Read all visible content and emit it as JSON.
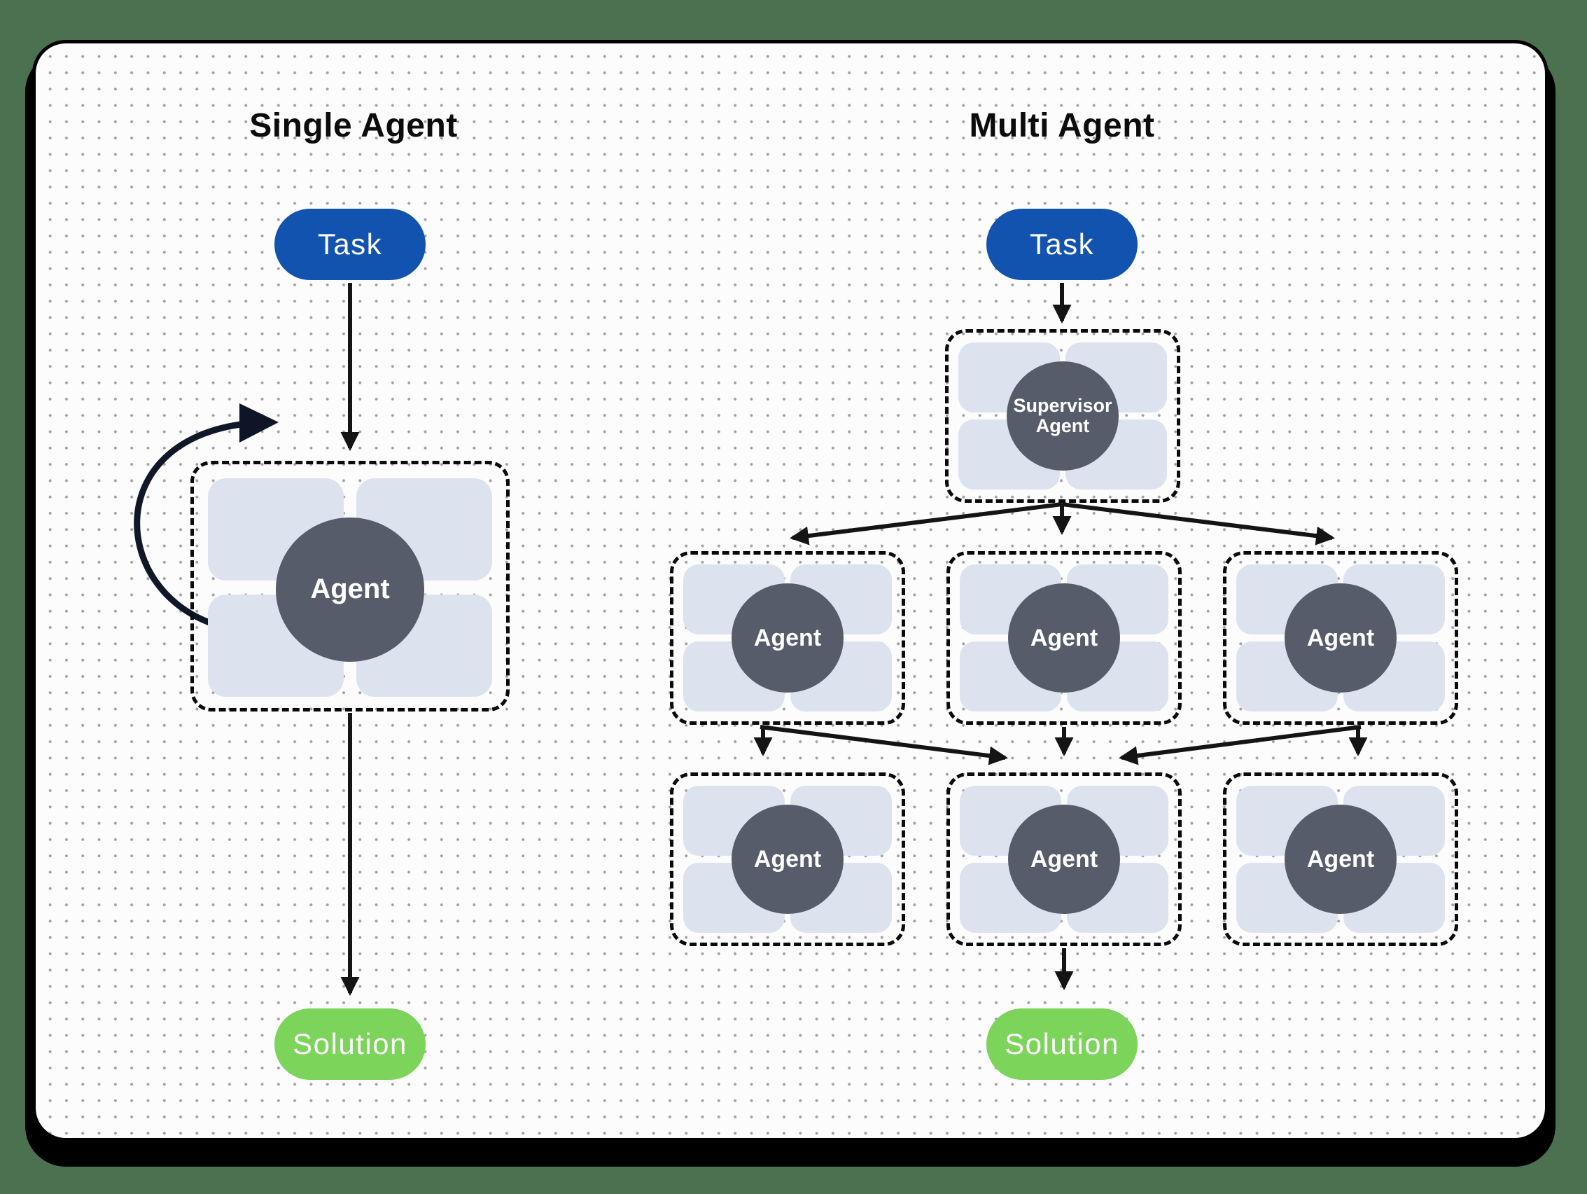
{
  "single": {
    "title": "Single Agent",
    "task_label": "Task",
    "agent_label": "Agent",
    "solution_label": "Solution"
  },
  "multi": {
    "title": "Multi Agent",
    "task_label": "Task",
    "supervisor_line1": "Supervisor",
    "supervisor_line2": "Agent",
    "agent_labels": [
      "Agent",
      "Agent",
      "Agent",
      "Agent",
      "Agent",
      "Agent"
    ],
    "solution_label": "Solution"
  },
  "colors": {
    "outer_background_green": "#4b7151",
    "panel_background": "#fcfcfd",
    "task_pill_blue": "#1253b0",
    "solution_pill_green": "#7cd45a",
    "agent_circle_gray": "#575c6b",
    "module_tile_gray": "#dce3ee",
    "arrow_black": "#141414"
  }
}
